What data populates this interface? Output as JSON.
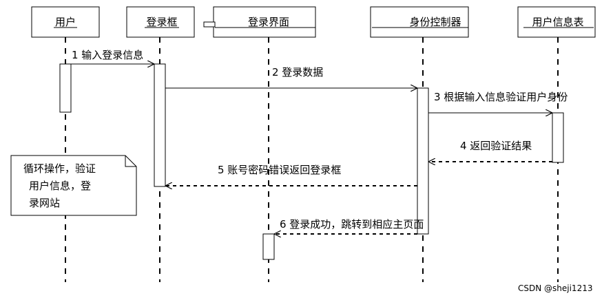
{
  "participants": [
    {
      "id": "user",
      "label": "用户"
    },
    {
      "id": "login-box",
      "label": "登录框"
    },
    {
      "id": "login-ui",
      "label": "登录界面"
    },
    {
      "id": "auth-ctrl",
      "label": "身份控制器"
    },
    {
      "id": "user-table",
      "label": "用户信息表"
    }
  ],
  "messages": [
    {
      "label": "1 输入登录信息"
    },
    {
      "label": "2 登录数据"
    },
    {
      "label": "3 根据输入信息验证用户身份"
    },
    {
      "label": "4 返回验证结果"
    },
    {
      "label": "5 账号密码错误返回登录框"
    },
    {
      "label": "6 登录成功，跳转到相应主页面"
    }
  ],
  "note": {
    "lines": [
      "循环操作，验证",
      "用户信息，登",
      "录网站"
    ]
  },
  "watermark": "CSDN @sheji1213"
}
